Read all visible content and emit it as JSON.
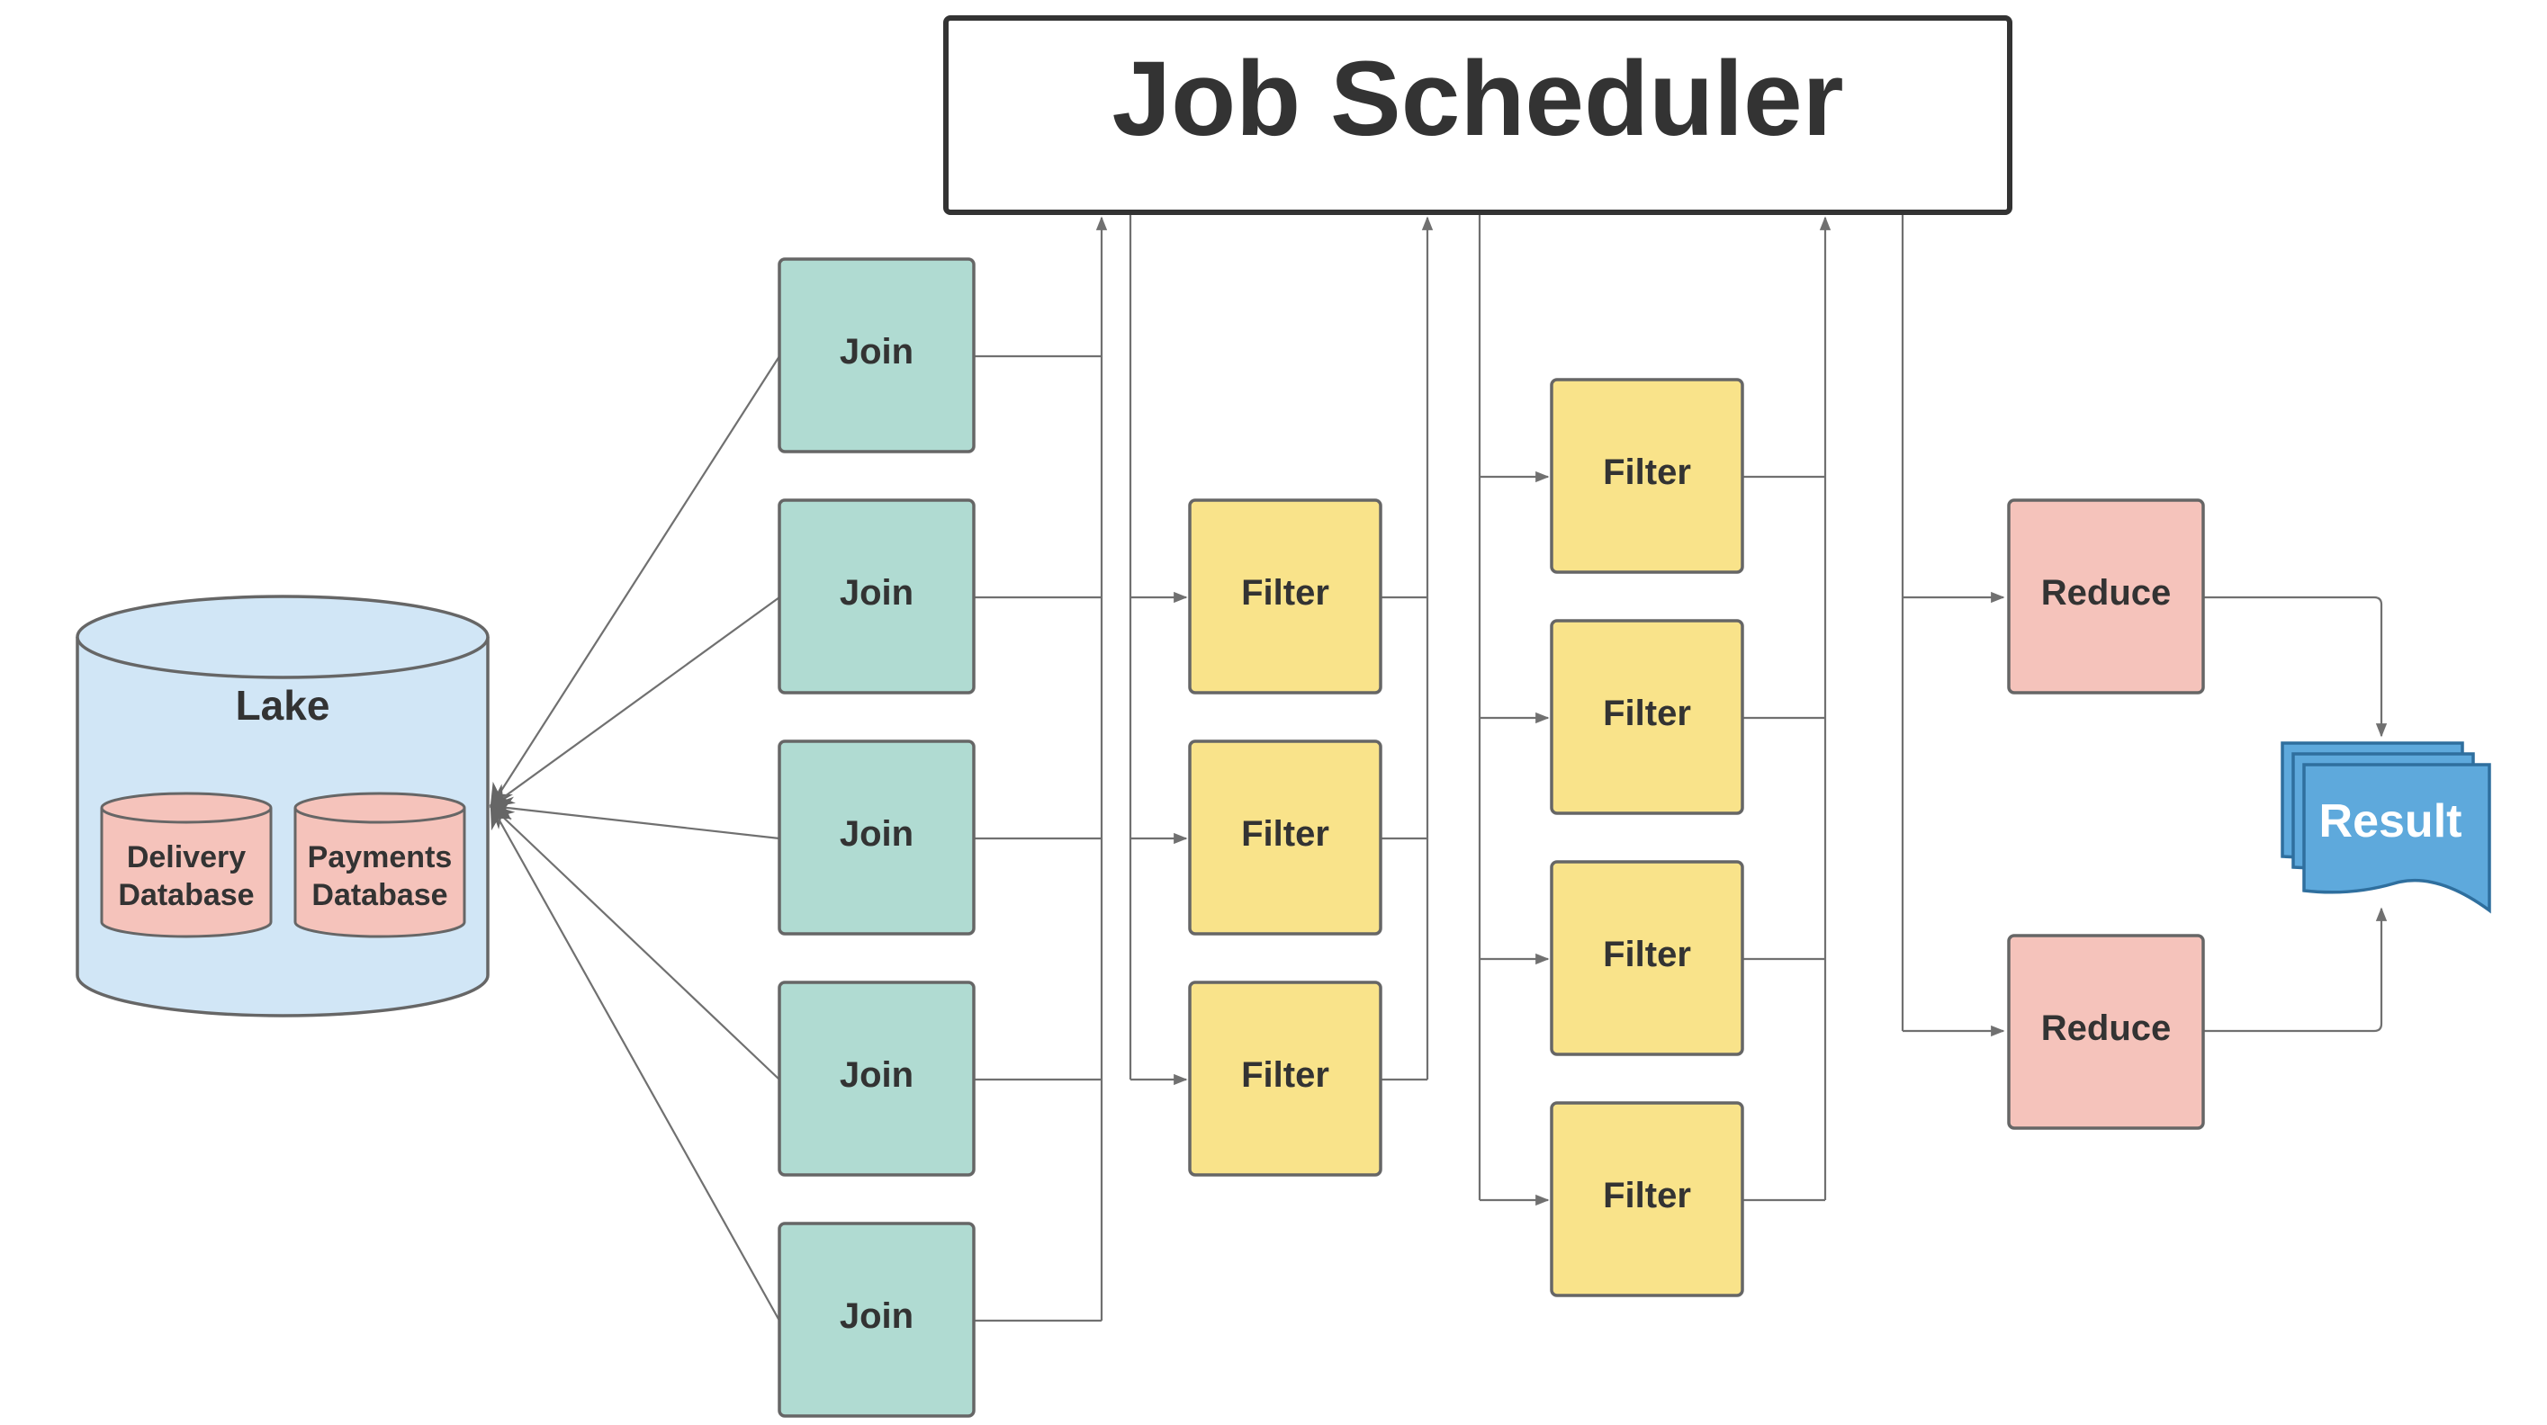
{
  "scheduler": {
    "title": "Job Scheduler"
  },
  "lake": {
    "label": "Lake",
    "databases": [
      {
        "line1": "Delivery",
        "line2": "Database"
      },
      {
        "line1": "Payments",
        "line2": "Database"
      }
    ]
  },
  "joins": [
    "Join",
    "Join",
    "Join",
    "Join",
    "Join"
  ],
  "filters_stage1": [
    "Filter",
    "Filter",
    "Filter"
  ],
  "filters_stage2": [
    "Filter",
    "Filter",
    "Filter",
    "Filter"
  ],
  "reduces": [
    "Reduce",
    "Reduce"
  ],
  "result": {
    "label": "Result"
  },
  "colors": {
    "join": "#b0dbd2",
    "filter": "#f9e38a",
    "reduce": "#f5c3bb",
    "lake": "#d1e6f6",
    "database": "#f5c3bb",
    "result": "#5ea9dc",
    "border": "#666666",
    "wire": "#707070"
  }
}
